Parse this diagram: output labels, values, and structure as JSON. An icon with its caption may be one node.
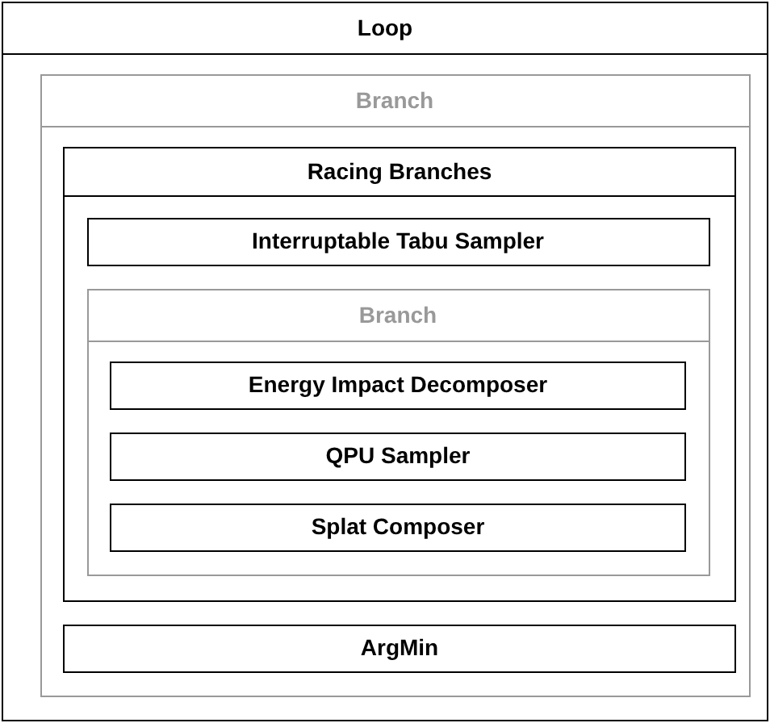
{
  "diagram": {
    "nodes": [
      {
        "text": [
          "Loop"
        ]
      },
      {
        "text": [
          "Branch"
        ],
        "in": 0
      },
      {
        "text": [
          "Racing Branches"
        ],
        "in": 1
      },
      {
        "text": [
          "Interruptable Tabu Sampler"
        ],
        "in": 2
      },
      {
        "text": [
          "Branch"
        ],
        "in": 2
      },
      {
        "text": [
          "Energy Impact Decomposer"
        ],
        "in": 4
      },
      {
        "text": [
          "QPU Sampler"
        ],
        "in": 4
      },
      {
        "text": [
          "Splat Composer"
        ],
        "in": 4
      },
      {
        "text": [
          "ArgMin"
        ],
        "in": 1
      }
    ]
  }
}
